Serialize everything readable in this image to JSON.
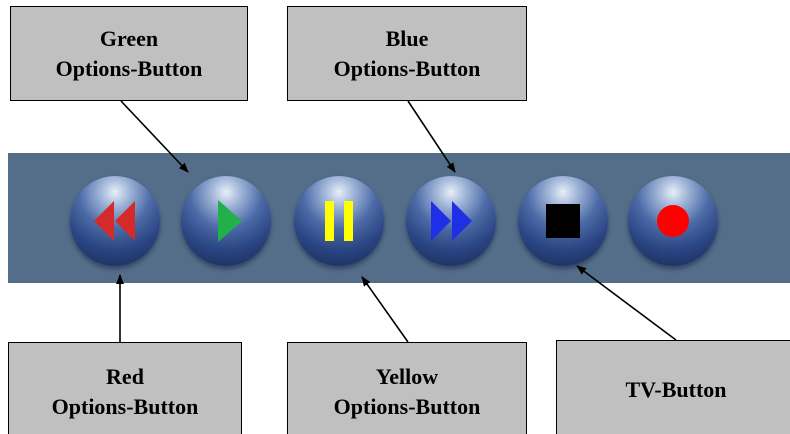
{
  "callouts": {
    "green": {
      "line1": "Green",
      "line2": "Options-Button"
    },
    "blue": {
      "line1": "Blue",
      "line2": "Options-Button"
    },
    "red": {
      "line1": "Red",
      "line2": "Options-Button"
    },
    "yellow": {
      "line1": "Yellow",
      "line2": "Options-Button"
    },
    "tv": {
      "label": "TV-Button"
    }
  },
  "buttons": [
    {
      "icon": "rewind-icon",
      "color": "#d42a2a"
    },
    {
      "icon": "play-icon",
      "color": "#22b04a"
    },
    {
      "icon": "pause-icon",
      "color": "#ffff00"
    },
    {
      "icon": "fast-forward-icon",
      "color": "#1f2fe6"
    },
    {
      "icon": "stop-icon",
      "color": "#000000"
    },
    {
      "icon": "record-icon",
      "color": "#ff0000"
    }
  ],
  "colors": {
    "toolbar": "#546e8a",
    "callout_fill": "#c0c0c0",
    "callout_border": "#000000"
  }
}
